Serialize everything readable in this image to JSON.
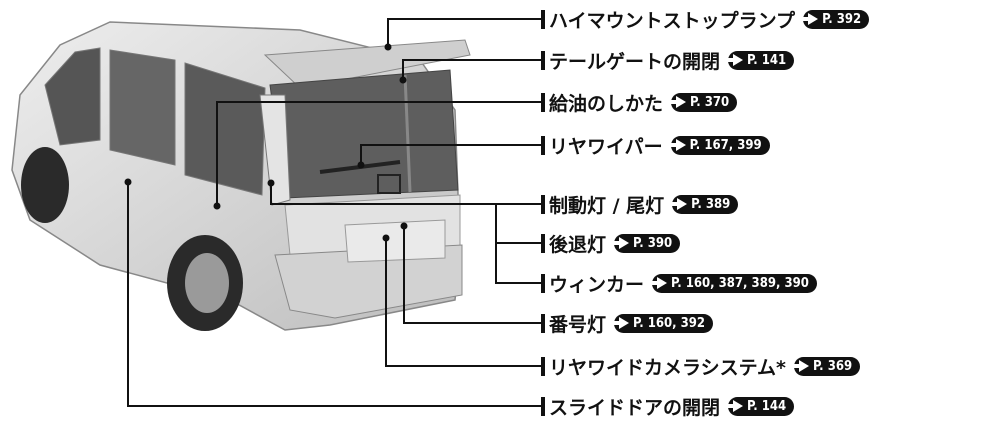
{
  "callouts": [
    {
      "label": "ハイマウントストップランプ",
      "ref": "P. 392"
    },
    {
      "label": "テールゲートの開閉",
      "ref": "P. 141"
    },
    {
      "label": "給油のしかた",
      "ref": "P. 370"
    },
    {
      "label": "リヤワイパー",
      "ref": "P. 167, 399"
    },
    {
      "label": "制動灯 / 尾灯",
      "ref": "P. 389"
    },
    {
      "label": "後退灯",
      "ref": "P. 390"
    },
    {
      "label": "ウィンカー",
      "ref": "P. 160, 387, 389, 390"
    },
    {
      "label": "番号灯",
      "ref": "P. 160, 392"
    },
    {
      "label": "リヤワイドカメラシステム*",
      "ref": "P. 369"
    },
    {
      "label": "スライドドアの開閉",
      "ref": "P. 144"
    }
  ],
  "colors": {
    "ink": "#111111",
    "car_body": "#d8d8d8",
    "glass": "#5e5e5e"
  }
}
